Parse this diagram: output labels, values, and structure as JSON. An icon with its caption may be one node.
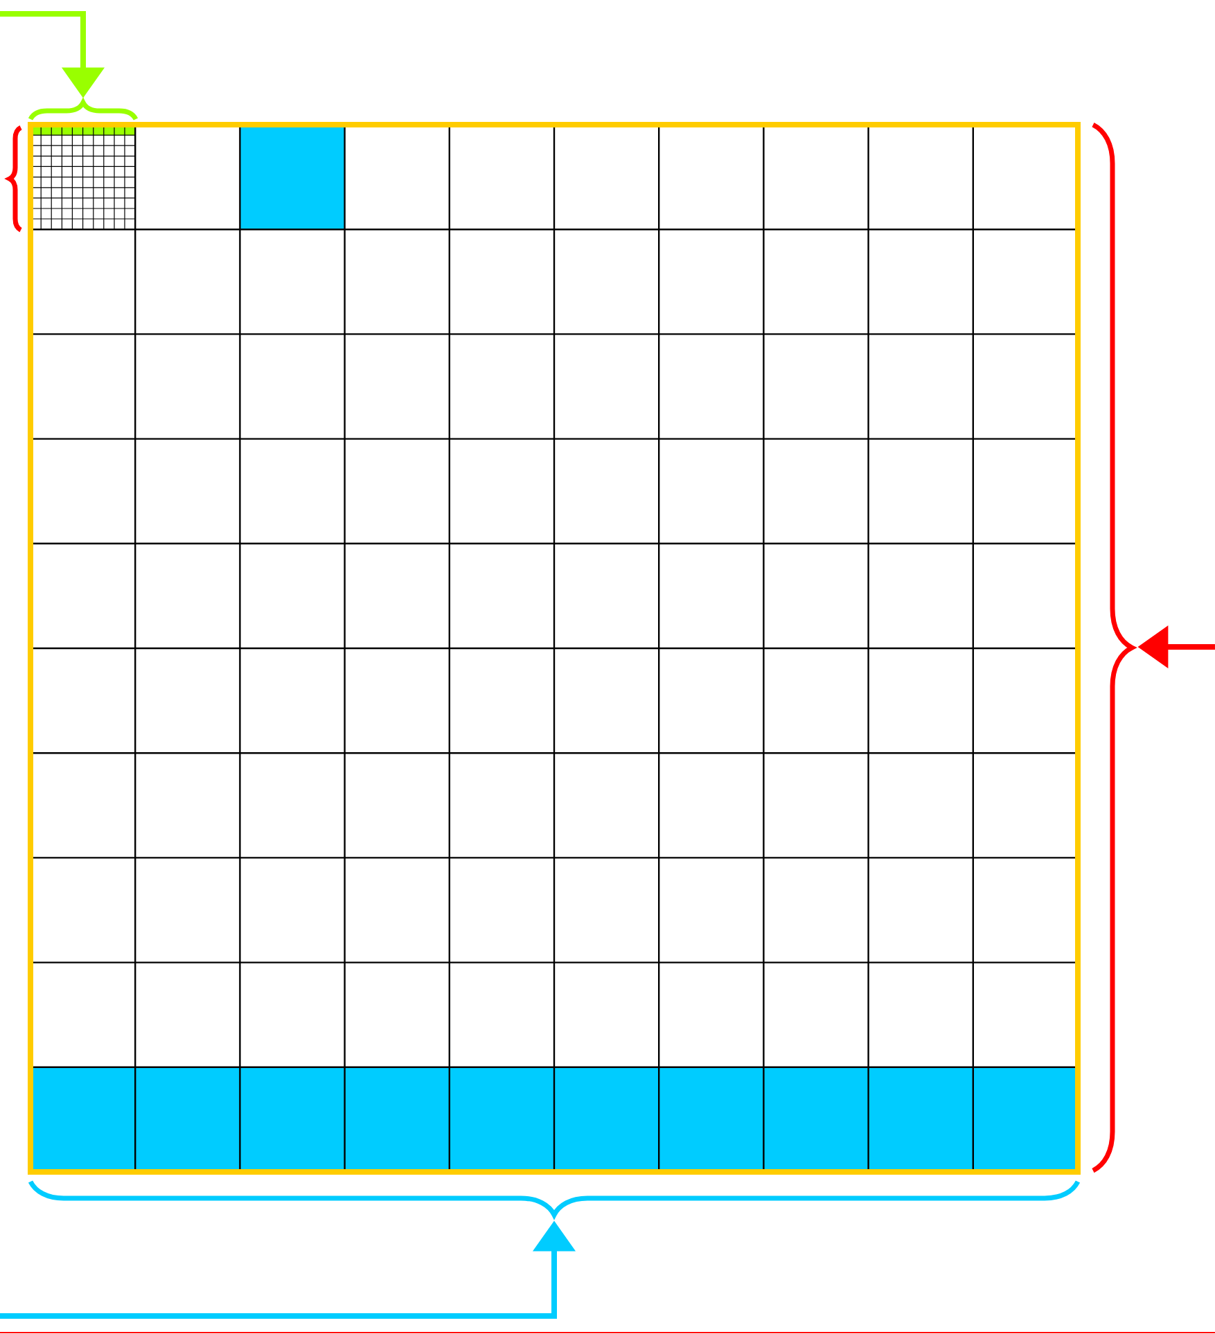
{
  "diagram": {
    "nodes": [
      {
        "text": [],
        "shape": "brace"
      },
      {
        "text": [],
        "shape": "brace"
      },
      {
        "text": [],
        "shape": "brace"
      },
      {
        "text": [],
        "shape": "brace"
      }
    ],
    "edges": [
      {
        "from": null,
        "to": 0,
        "arrow": "to",
        "color": "#99ff00"
      },
      {
        "from": null,
        "to": 2,
        "arrow": "to",
        "color": "#ff0000"
      },
      {
        "from": null,
        "to": 3,
        "arrow": "to",
        "color": "#00ccff"
      }
    ]
  }
}
